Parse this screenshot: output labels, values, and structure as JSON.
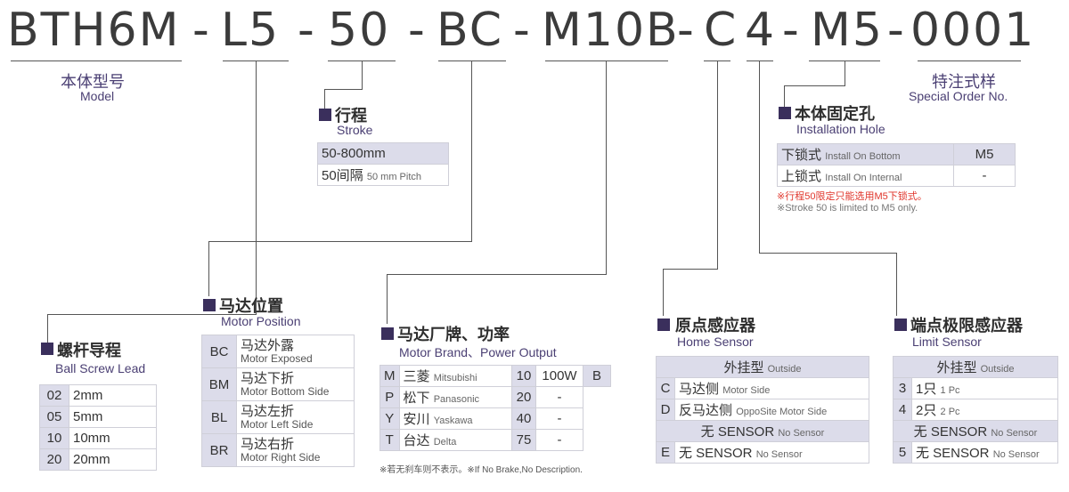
{
  "code": {
    "base": "BTH6M",
    "sep1": "-",
    "lead": "L5",
    "sep2": "-",
    "stroke": "50",
    "sep3": "-",
    "motor_pos": "BC",
    "sep4": "-",
    "motor": "M10B",
    "sep5": "-",
    "home": "C",
    "limit": "4",
    "sep6": "-",
    "hole": "M5",
    "sep7": "-",
    "special": "0001"
  },
  "model": {
    "cn": "本体型号",
    "en": "Model"
  },
  "special": {
    "cn": "特注式样",
    "en": "Special Order No."
  },
  "stroke": {
    "cn": "行程",
    "en": "Stroke",
    "row1": "50-800mm",
    "row2_cn": "50间隔",
    "row2_en": "50 mm Pitch"
  },
  "hole": {
    "cn": "本体固定孔",
    "en": "Installation Hole",
    "rows": [
      {
        "cn": "下锁式",
        "en": "Install On Bottom",
        "val": "M5"
      },
      {
        "cn": "上锁式",
        "en": "Install On Internal",
        "val": "-"
      }
    ],
    "note_cn": "※行程50限定只能选用M5下锁式。",
    "note_en": "※Stroke 50 is limited to M5 only."
  },
  "lead": {
    "cn": "螺杆导程",
    "en": "Ball Screw Lead",
    "rows": [
      {
        "code": "02",
        "val": "2mm"
      },
      {
        "code": "05",
        "val": "5mm"
      },
      {
        "code": "10",
        "val": "10mm"
      },
      {
        "code": "20",
        "val": "20mm"
      }
    ]
  },
  "motor_pos": {
    "cn": "马达位置",
    "en": "Motor Position",
    "rows": [
      {
        "code": "BC",
        "cn": "马达外露",
        "en": "Motor Exposed"
      },
      {
        "code": "BM",
        "cn": "马达下折",
        "en": "Motor Bottom Side"
      },
      {
        "code": "BL",
        "cn": "马达左折",
        "en": "Motor Left Side"
      },
      {
        "code": "BR",
        "cn": "马达右折",
        "en": "Motor Right Side"
      }
    ]
  },
  "motor": {
    "cn": "马达厂牌、功率",
    "en": "Motor Brand、Power Output",
    "rows": [
      {
        "code": "M",
        "cn": "三菱",
        "en": "Mitsubishi",
        "pcode": "10",
        "power": "100W",
        "brake": "B"
      },
      {
        "code": "P",
        "cn": "松下",
        "en": "Panasonic",
        "pcode": "20",
        "power": "-"
      },
      {
        "code": "Y",
        "cn": "安川",
        "en": "Yaskawa",
        "pcode": "40",
        "power": "-"
      },
      {
        "code": "T",
        "cn": "台达",
        "en": "Delta",
        "pcode": "75",
        "power": "-"
      }
    ],
    "note": "※若无刹车则不表示。※If No Brake,No Description."
  },
  "home": {
    "cn": "原点感应器",
    "en": "Home Sensor",
    "outside_cn": "外挂型",
    "outside_en": "Outside",
    "rows": [
      {
        "code": "C",
        "cn": "马达侧",
        "en": "Motor Side"
      },
      {
        "code": "D",
        "cn": "反马达侧",
        "en": "OppoSite Motor Side"
      }
    ],
    "none_cn": "无 SENSOR",
    "none_en": "No Sensor",
    "last": {
      "code": "E",
      "cn": "无 SENSOR",
      "en": "No Sensor"
    }
  },
  "limit": {
    "cn": "端点极限感应器",
    "en": "Limit Sensor",
    "outside_cn": "外挂型",
    "outside_en": "Outside",
    "rows": [
      {
        "code": "3",
        "cn": "1只",
        "en": "1 Pc"
      },
      {
        "code": "4",
        "cn": "2只",
        "en": "2 Pc"
      }
    ],
    "none_cn": "无 SENSOR",
    "none_en": "No Sensor",
    "last": {
      "code": "5",
      "cn": "无 SENSOR",
      "en": "No Sensor"
    }
  },
  "colors": {
    "accent": "#3a2f5c",
    "accent_text": "#4a3f73",
    "shade": "#dcdcea",
    "note_red": "#e0352b"
  }
}
